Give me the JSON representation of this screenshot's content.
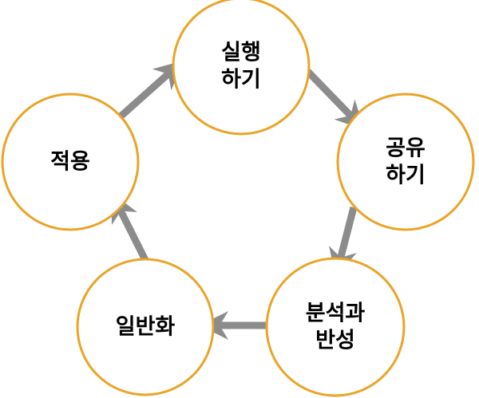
{
  "colors": {
    "circle_stroke": "#EAA428",
    "arrow": "#8C8C8C",
    "text": "#000000"
  },
  "nodes": [
    {
      "id": "execute",
      "lines": [
        "실행",
        "하기"
      ]
    },
    {
      "id": "share",
      "lines": [
        "공유",
        "하기"
      ]
    },
    {
      "id": "analyze",
      "lines": [
        "분석과",
        "반성"
      ]
    },
    {
      "id": "generalize",
      "lines": [
        "일반화"
      ]
    },
    {
      "id": "apply",
      "lines": [
        "적용"
      ]
    }
  ],
  "edges": [
    {
      "from": "execute",
      "to": "share"
    },
    {
      "from": "share",
      "to": "analyze"
    },
    {
      "from": "analyze",
      "to": "generalize"
    },
    {
      "from": "generalize",
      "to": "apply"
    },
    {
      "from": "apply",
      "to": "execute"
    }
  ]
}
